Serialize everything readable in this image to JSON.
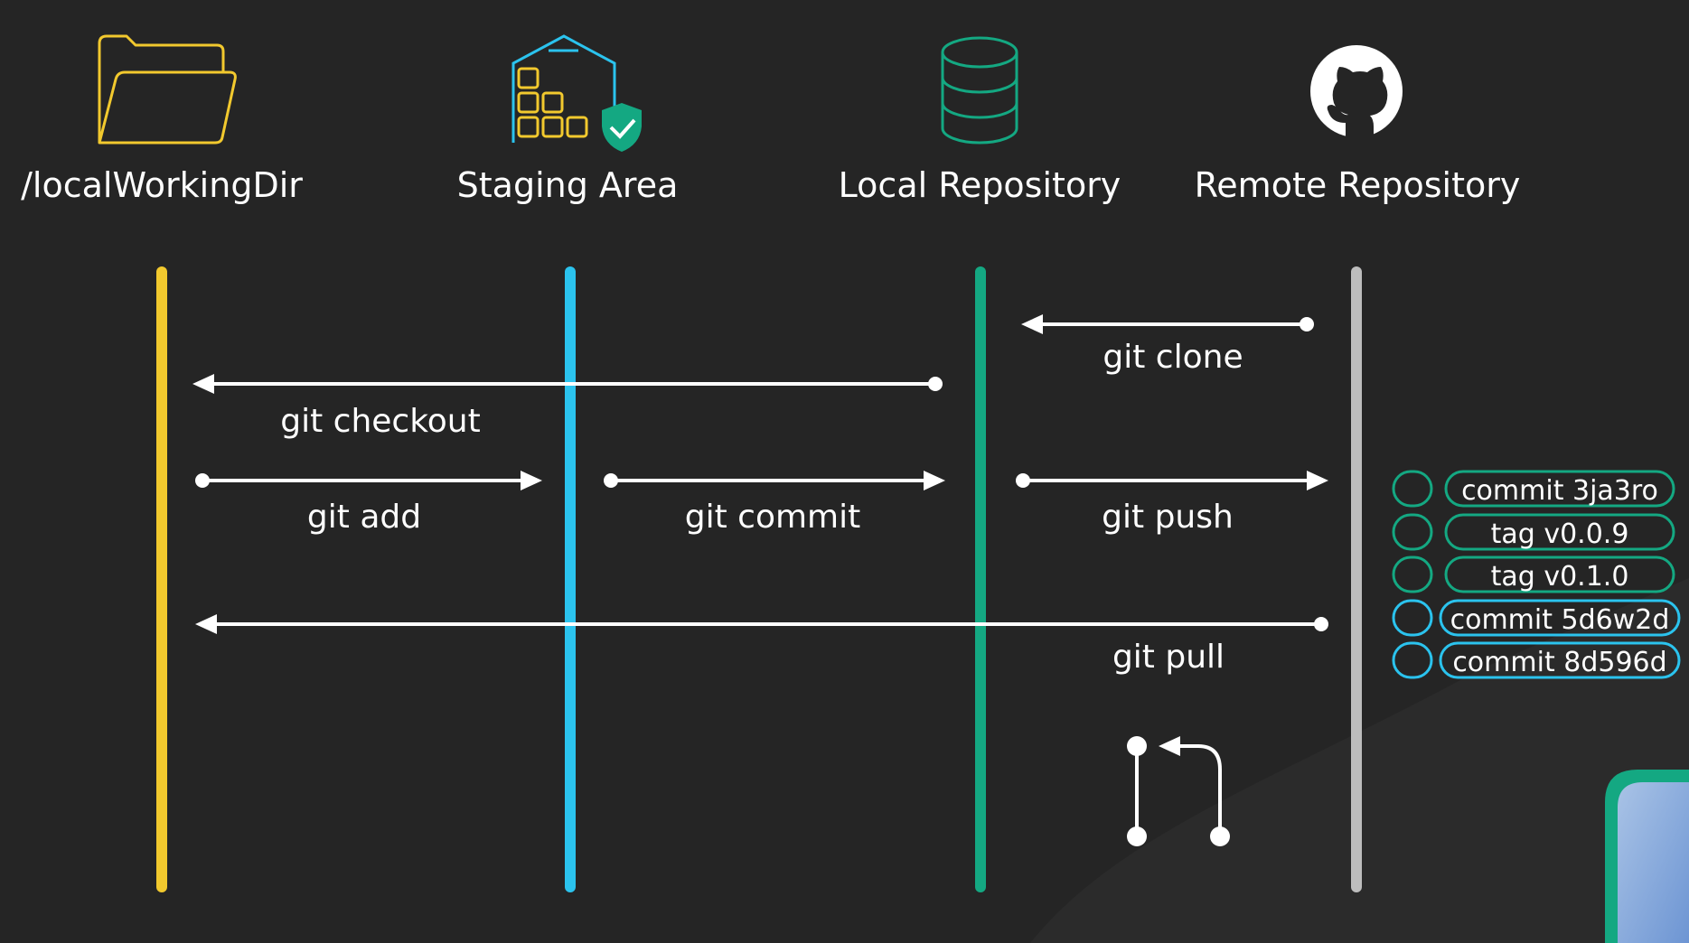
{
  "columns": [
    {
      "label": "/localWorkingDir",
      "icon": "folder-icon",
      "color": "#F2C92E"
    },
    {
      "label": "Staging Area",
      "icon": "staging-box-shield-icon",
      "color": "#2BC3EE"
    },
    {
      "label": "Local Repository",
      "icon": "database-icon",
      "color": "#14A882"
    },
    {
      "label": "Remote Repository",
      "icon": "github-icon",
      "color": "#BDBDBD"
    }
  ],
  "commands": {
    "clone": "git clone",
    "checkout": "git checkout",
    "add": "git add",
    "commit": "git commit",
    "push": "git push",
    "pull": "git pull"
  },
  "refs": [
    {
      "label": "commit 3ja3ro",
      "outline": "#14A882"
    },
    {
      "label": "tag v0.0.9",
      "outline": "#14A882"
    },
    {
      "label": "tag v0.1.0",
      "outline": "#14A882"
    },
    {
      "label": "commit 5d6w2d",
      "outline": "#2BC3EE"
    },
    {
      "label": "commit 8d596d",
      "outline": "#2BC3EE"
    }
  ],
  "icons": {
    "pull_request": "pull-request-icon"
  },
  "colors": {
    "background": "#252525",
    "text": "#ffffff",
    "arrow": "#ffffff"
  }
}
